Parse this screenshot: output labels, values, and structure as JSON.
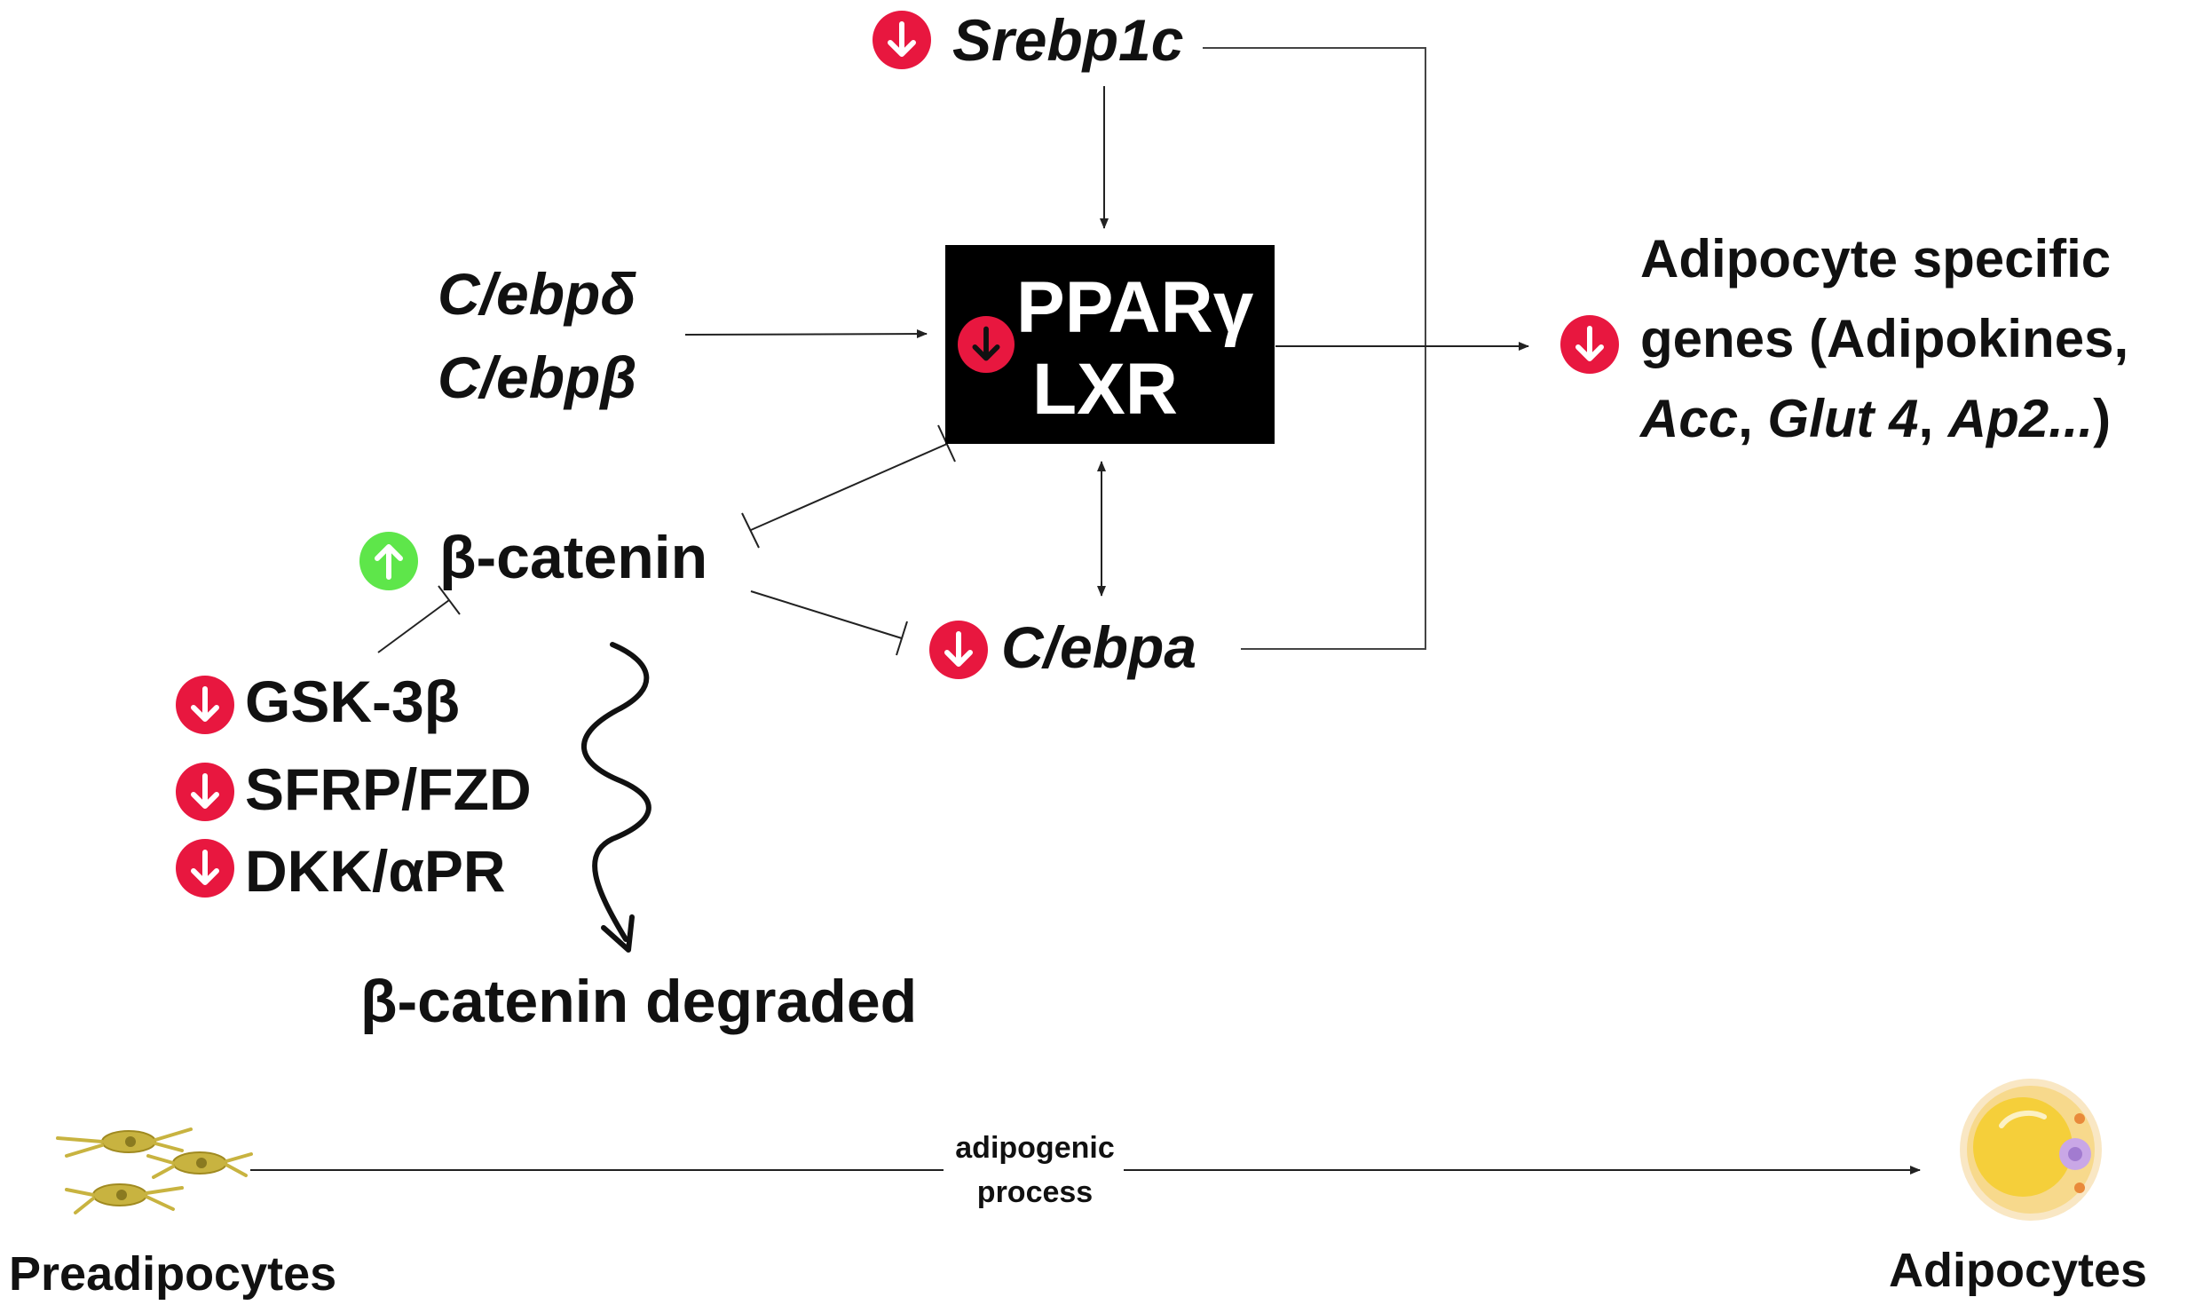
{
  "diagram": {
    "nodes": {
      "srebp1c": {
        "text": "Srebp1c",
        "regulation": "down"
      },
      "cebp_delta": {
        "text": "C/ebpδ"
      },
      "cebp_beta": {
        "text": "C/ebpβ"
      },
      "pparg_box": {
        "line1": "PPARγ",
        "line2": "LXR",
        "regulation": "down"
      },
      "adipocyte_genes": {
        "line1": "Adipocyte specific",
        "line2": "genes (Adipokines,",
        "line3_parts": [
          "Acc",
          ", ",
          "Glut 4",
          ", ",
          "Ap2...",
          ")"
        ],
        "regulation": "down"
      },
      "beta_catenin": {
        "text": "β-catenin",
        "regulation": "up"
      },
      "cebpa": {
        "text": "C/ebpa",
        "regulation": "down"
      },
      "gsk3b": {
        "text": "GSK-3β",
        "regulation": "down"
      },
      "sfrp_fzd": {
        "text": "SFRP/FZD",
        "regulation": "down"
      },
      "dkk_apr": {
        "text": "DKK/αPR",
        "regulation": "down"
      },
      "beta_catenin_degraded": {
        "text": "β-catenin degraded"
      }
    },
    "edges": [
      {
        "from": "srebp1c",
        "to": "pparg_box",
        "type": "activates"
      },
      {
        "from": "srebp1c",
        "to": "cebpa",
        "type": "link"
      },
      {
        "from": "cebp_delta_beta",
        "to": "pparg_box",
        "type": "activates"
      },
      {
        "from": "pparg_box",
        "to": "adipocyte_genes",
        "type": "activates"
      },
      {
        "from": "pparg_box",
        "to": "cebpa",
        "type": "bidirectional"
      },
      {
        "from": "beta_catenin",
        "to": "pparg_box",
        "type": "inhibits"
      },
      {
        "from": "beta_catenin",
        "to": "cebpa",
        "type": "inhibits"
      },
      {
        "from": "gsk3b",
        "to": "beta_catenin",
        "type": "inhibits"
      },
      {
        "from": "beta_catenin",
        "to": "beta_catenin_degraded",
        "type": "wavy"
      }
    ]
  },
  "process": {
    "start_label": "Preadipocytes",
    "end_label": "Adipocytes",
    "arrow_line1": "adipogenic",
    "arrow_line2": "process"
  },
  "colors": {
    "down_badge": "#e8173f",
    "up_badge": "#5ee64a",
    "box_fill": "#000000",
    "box_text": "#ffffff",
    "line": "#444444",
    "cell_yellow": "#f5cf3a",
    "preadipocyte": "#c8b340"
  },
  "icons": {
    "down": "arrow-down-circle-icon",
    "up": "arrow-up-circle-icon"
  }
}
